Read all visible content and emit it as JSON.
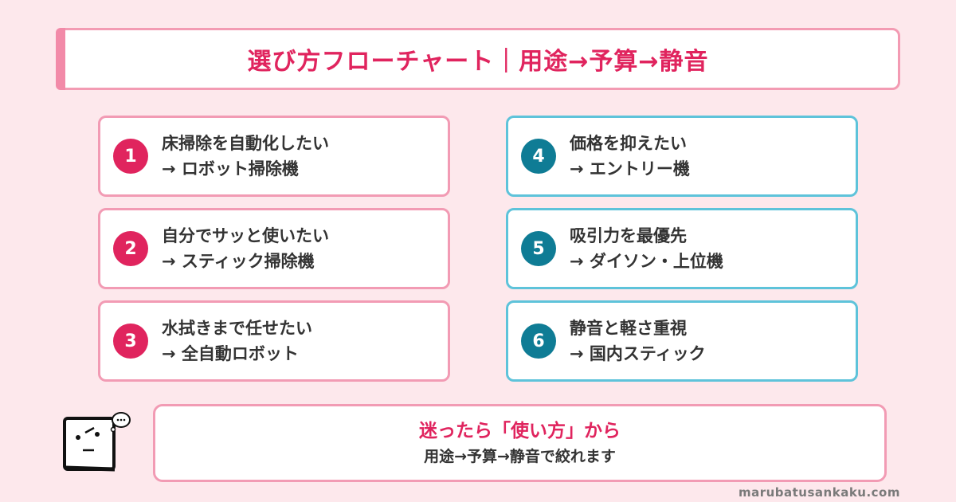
{
  "title": "選び方フローチャート｜用途→予算→静音",
  "cards": [
    {
      "num": "1",
      "line1": "床掃除を自動化したい",
      "line2": "→ ロボット掃除機"
    },
    {
      "num": "2",
      "line1": "自分でサッと使いたい",
      "line2": "→ スティック掃除機"
    },
    {
      "num": "3",
      "line1": "水拭きまで任せたい",
      "line2": "→ 全自動ロボット"
    },
    {
      "num": "4",
      "line1": "価格を抑えたい",
      "line2": "→ エントリー機"
    },
    {
      "num": "5",
      "line1": "吸引力を最優先",
      "line2": "→ ダイソン・上位機"
    },
    {
      "num": "6",
      "line1": "静音と軽さ重視",
      "line2": "→ 国内スティック"
    }
  ],
  "tip": {
    "title": "迷ったら「使い方」から",
    "subtitle": "用途→予算→静音で絞れます"
  },
  "footer": "marubatusankaku.com",
  "colors": {
    "background": "#fde8ec",
    "accent_pink": "#e0245e",
    "accent_teal": "#0f7c95",
    "border_pink": "#f29bb4",
    "border_blue": "#5ec3da"
  }
}
